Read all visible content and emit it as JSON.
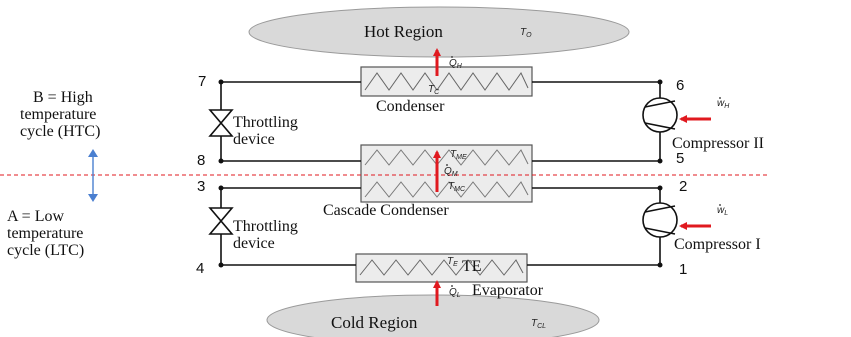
{
  "hot_region": {
    "label": "Hot Region",
    "temp_symbol": "T",
    "temp_sub": "O"
  },
  "cold_region": {
    "label": "Cold  Region",
    "temp_symbol": "T",
    "temp_sub": "CL"
  },
  "condenser": {
    "label": "Condenser",
    "temp_symbol": "T",
    "temp_sub": "C",
    "heat_symbol": "Q",
    "heat_sub": "H"
  },
  "cascade_condenser": {
    "label": "Cascade Condenser",
    "temp_top_symbol": "T",
    "temp_top_sub": "ME",
    "heat_symbol": "Q",
    "heat_sub": "M",
    "temp_bottom_symbol": "T",
    "temp_bottom_sub": "MC"
  },
  "evaporator": {
    "label": "Evaporator",
    "temp_symbol": "T",
    "temp_sub": "E",
    "extra_label": "TE",
    "heat_symbol": "Q",
    "heat_sub": "L"
  },
  "compressor_2": {
    "label": "Compressor II",
    "work_symbol": "w",
    "work_sub": "H"
  },
  "compressor_1": {
    "label": "Compressor I",
    "work_symbol": "w",
    "work_sub": "L"
  },
  "throttling_top": {
    "line1": "Throttling",
    "line2": "device"
  },
  "throttling_bottom": {
    "line1": "Throttling",
    "line2": "device"
  },
  "htc": {
    "line1": "B = High",
    "line2": "temperature",
    "line3": "cycle (HTC)"
  },
  "ltc": {
    "line1": "A = Low",
    "line2": "temperature",
    "line3": "cycle (LTC)"
  },
  "state_points": {
    "p1": "1",
    "p2": "2",
    "p3": "3",
    "p4": "4",
    "p5": "5",
    "p6": "6",
    "p7": "7",
    "p8": "8"
  },
  "colors": {
    "arrow": "#e0191f",
    "divider": "#e0191f",
    "double_arrow": "#4a7fd0",
    "region_fill": "#d9d9d9",
    "hx_fill": "#ececec"
  }
}
